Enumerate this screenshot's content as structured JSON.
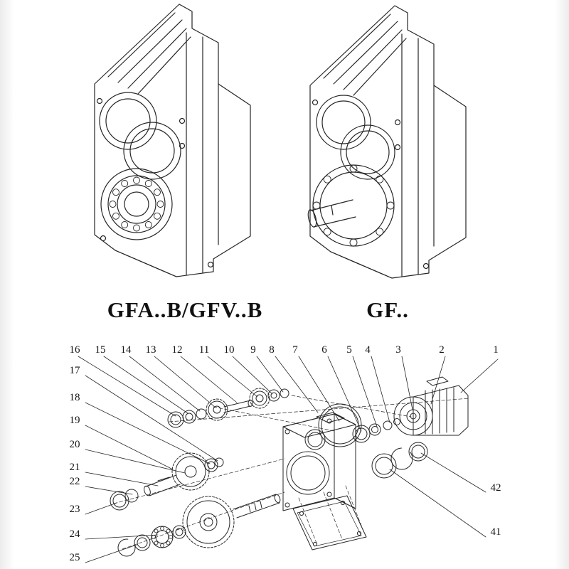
{
  "page": {
    "background": "#ffffff",
    "line_color": "#262626"
  },
  "models": [
    {
      "label": "GFA..B/GFV..B"
    },
    {
      "label": "GF.."
    }
  ],
  "exploded": {
    "callouts_top": [
      "16",
      "15",
      "14",
      "13",
      "12",
      "11",
      "10",
      "9",
      "8",
      "7",
      "6",
      "5",
      "4",
      "3",
      "2",
      "1"
    ],
    "callouts_left": [
      "17",
      "18",
      "19",
      "20",
      "21",
      "22",
      "23",
      "24",
      "25"
    ],
    "callouts_right": [
      "42",
      "41"
    ]
  }
}
